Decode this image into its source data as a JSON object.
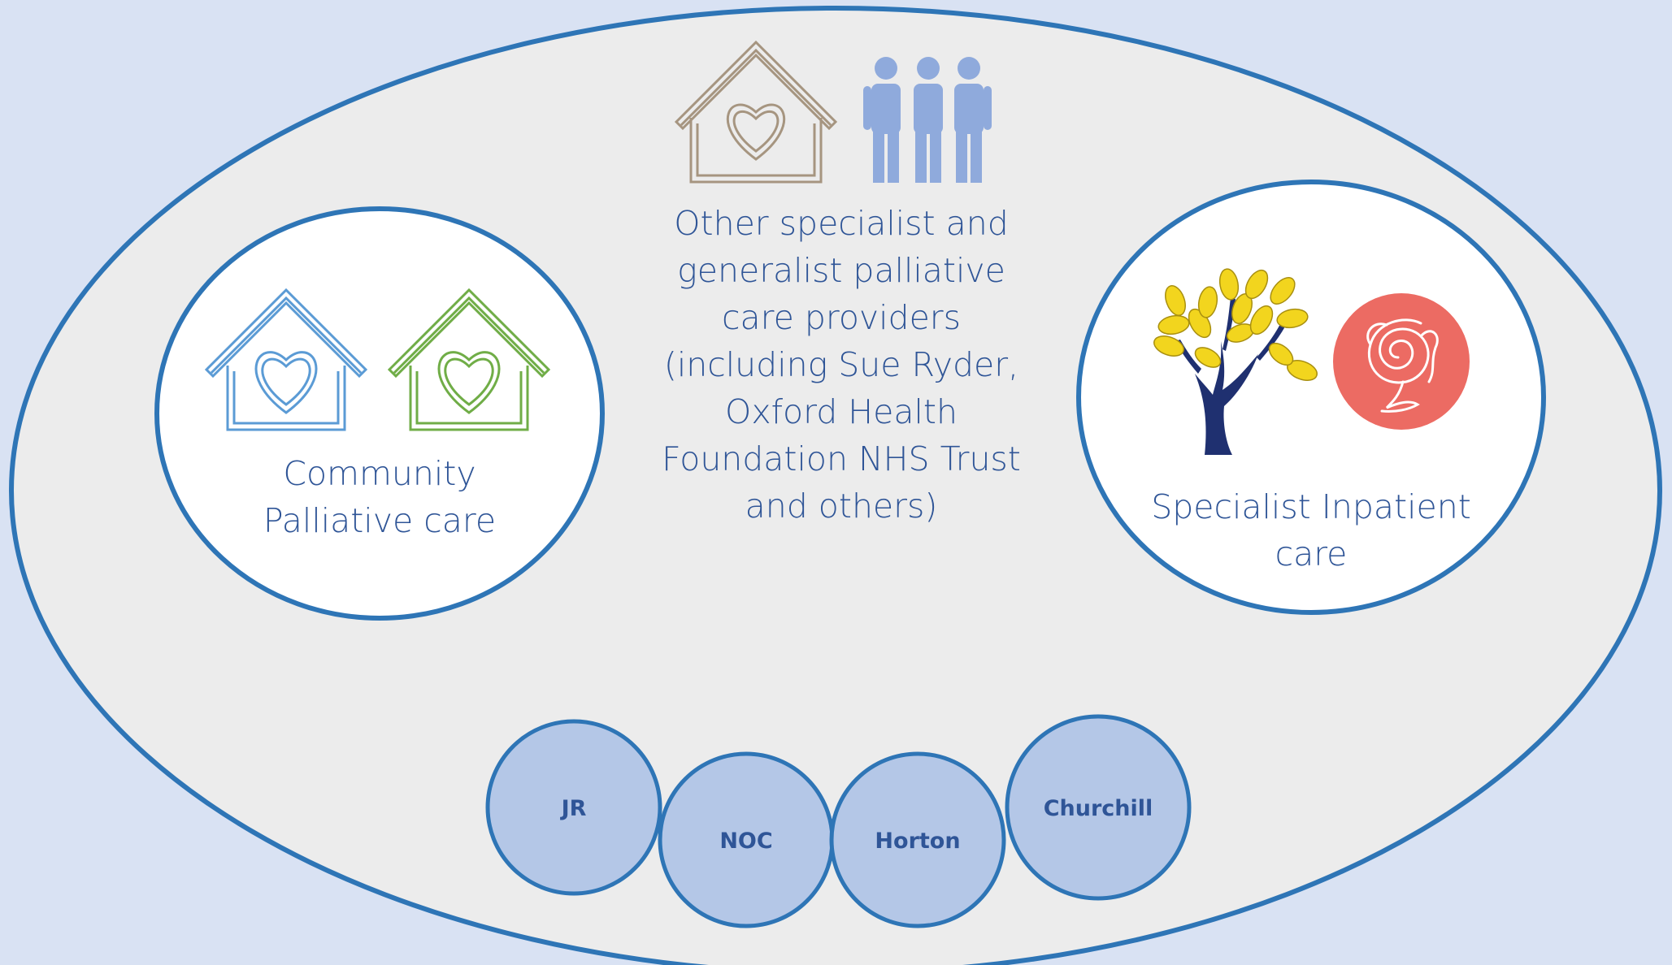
{
  "center": {
    "lines": [
      "Other specialist and",
      "generalist palliative",
      "care providers",
      "(including Sue Ryder,",
      "Oxford Health",
      "Foundation NHS Trust",
      "and others)"
    ]
  },
  "community": {
    "lines": [
      "Community",
      "Palliative care"
    ]
  },
  "inpatient": {
    "lines": [
      "Specialist Inpatient",
      "care"
    ]
  },
  "hospitals": [
    "JR",
    "NOC",
    "Horton",
    "Churchill"
  ],
  "icons": {
    "center": [
      "house-heart-icon",
      "people-group-icon"
    ],
    "community": [
      "house-heart-icon",
      "house-heart-icon"
    ],
    "inpatient": [
      "tree-icon",
      "rose-logo-icon"
    ]
  },
  "colors": {
    "background": "#d9e2f3",
    "outer_fill": "#ececec",
    "border": "#2e75b6",
    "text": "#2f5597",
    "hospital_fill": "#b4c7e7",
    "house_blue": "#5b9bd5",
    "house_green": "#70ad47",
    "house_brown": "#a69580",
    "people": "#8faadc",
    "rose_bg": "#ec6b63",
    "leaf": "#f2d51e",
    "trunk": "#1f3070"
  }
}
